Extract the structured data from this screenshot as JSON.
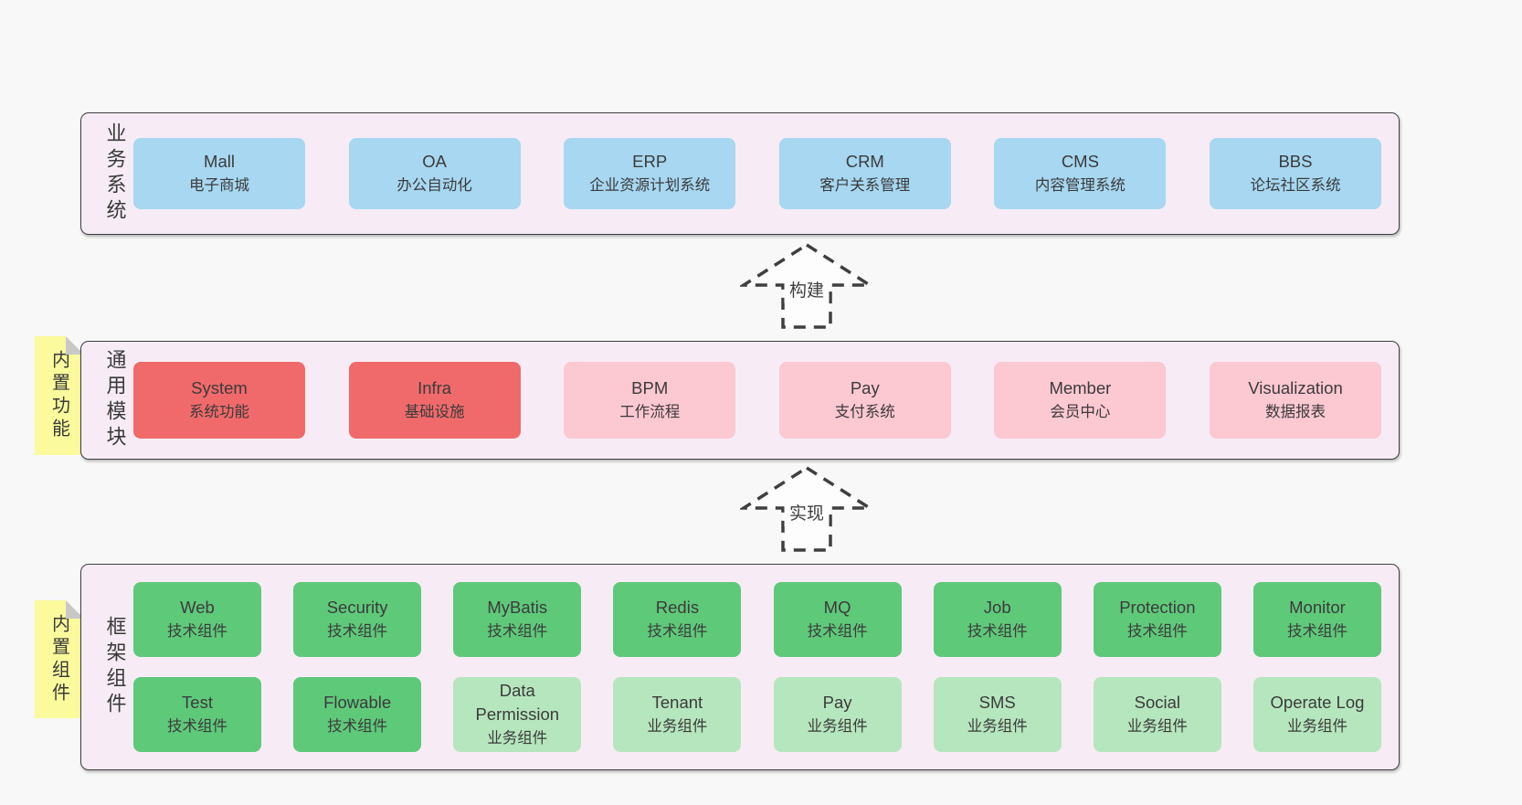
{
  "palette": {
    "page_bg": "#f8f8f8",
    "band_bg": "#f7ecf5",
    "band_border": "#3f3f3f",
    "blue": "#a7d7f1",
    "red": "#f16a6b",
    "pink": "#fcc8d2",
    "green": "#5fc97a",
    "light_green": "#b6e6bd",
    "sticky_yellow": "#fbfb9d",
    "fold_gray": "#c8c8c8",
    "text": "#3b3b3b"
  },
  "layers": [
    {
      "band_label": "业务系统",
      "boxes": [
        {
          "name": "Mall",
          "desc": "电子商城",
          "variant": "blue"
        },
        {
          "name": "OA",
          "desc": "办公自动化",
          "variant": "blue"
        },
        {
          "name": "ERP",
          "desc": "企业资源计划系统",
          "variant": "blue"
        },
        {
          "name": "CRM",
          "desc": "客户关系管理",
          "variant": "blue"
        },
        {
          "name": "CMS",
          "desc": "内容管理系统",
          "variant": "blue"
        },
        {
          "name": "BBS",
          "desc": "论坛社区系统",
          "variant": "blue"
        }
      ]
    },
    {
      "band_label": "通用模块",
      "side_note": "内置功能",
      "boxes": [
        {
          "name": "System",
          "desc": "系统功能",
          "variant": "red"
        },
        {
          "name": "Infra",
          "desc": "基础设施",
          "variant": "red"
        },
        {
          "name": "BPM",
          "desc": "工作流程",
          "variant": "pink"
        },
        {
          "name": "Pay",
          "desc": "支付系统",
          "variant": "pink"
        },
        {
          "name": "Member",
          "desc": "会员中心",
          "variant": "pink"
        },
        {
          "name": "Visualization",
          "desc": "数据报表",
          "variant": "pink"
        }
      ]
    },
    {
      "band_label": "框架组件",
      "side_note": "内置组件",
      "boxes": [
        {
          "name": "Web",
          "desc": "技术组件",
          "variant": "green"
        },
        {
          "name": "Security",
          "desc": "技术组件",
          "variant": "green"
        },
        {
          "name": "MyBatis",
          "desc": "技术组件",
          "variant": "green"
        },
        {
          "name": "Redis",
          "desc": "技术组件",
          "variant": "green"
        },
        {
          "name": "MQ",
          "desc": "技术组件",
          "variant": "green"
        },
        {
          "name": "Job",
          "desc": "技术组件",
          "variant": "green"
        },
        {
          "name": "Protection",
          "desc": "技术组件",
          "variant": "green"
        },
        {
          "name": "Monitor",
          "desc": "技术组件",
          "variant": "green"
        },
        {
          "name": "Test",
          "desc": "技术组件",
          "variant": "green"
        },
        {
          "name": "Flowable",
          "desc": "技术组件",
          "variant": "green"
        },
        {
          "name": "Data Permission",
          "desc": "业务组件",
          "variant": "lightgreen"
        },
        {
          "name": "Tenant",
          "desc": "业务组件",
          "variant": "lightgreen"
        },
        {
          "name": "Pay",
          "desc": "业务组件",
          "variant": "lightgreen"
        },
        {
          "name": "SMS",
          "desc": "业务组件",
          "variant": "lightgreen"
        },
        {
          "name": "Social",
          "desc": "业务组件",
          "variant": "lightgreen"
        },
        {
          "name": "Operate Log",
          "desc": "业务组件",
          "variant": "lightgreen"
        }
      ]
    }
  ],
  "arrows": [
    {
      "label": "构建"
    },
    {
      "label": "实现"
    }
  ]
}
